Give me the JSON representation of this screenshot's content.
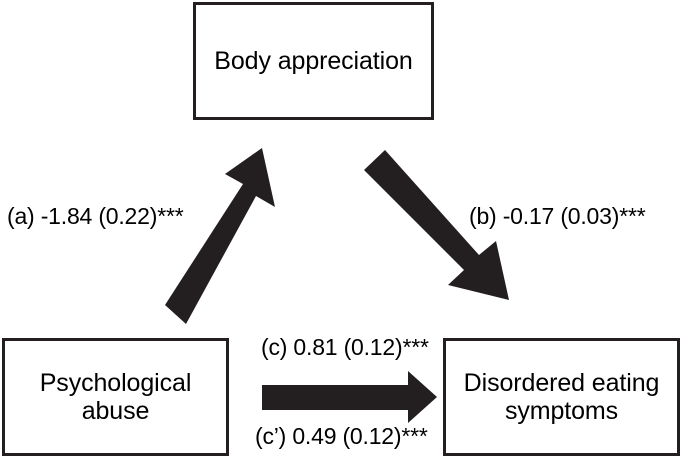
{
  "diagram": {
    "type": "mediation-path-diagram",
    "colors": {
      "stroke": "#231f20",
      "text": "#000000",
      "background": "#ffffff"
    },
    "nodes": [
      {
        "id": "body-appreciation",
        "label": "Body appreciation"
      },
      {
        "id": "psychological-abuse",
        "label": "Psychological\nabuse"
      },
      {
        "id": "disordered-eating",
        "label": "Disordered eating\nsymptoms"
      }
    ],
    "edges": [
      {
        "id": "a",
        "from": "psychological-abuse",
        "to": "body-appreciation",
        "label": "(a) -1.84 (0.22)***",
        "path_letter": "a",
        "coefficient": -1.84,
        "standard_error": 0.22,
        "significance": "***"
      },
      {
        "id": "b",
        "from": "body-appreciation",
        "to": "disordered-eating",
        "label": "(b) -0.17 (0.03)***",
        "path_letter": "b",
        "coefficient": -0.17,
        "standard_error": 0.03,
        "significance": "***"
      },
      {
        "id": "c",
        "from": "psychological-abuse",
        "to": "disordered-eating",
        "label": "(c) 0.81 (0.12)***",
        "path_letter": "c",
        "coefficient": 0.81,
        "standard_error": 0.12,
        "significance": "***"
      },
      {
        "id": "c-prime",
        "from": "psychological-abuse",
        "to": "disordered-eating",
        "label": "(c’) 0.49 (0.12)***",
        "path_letter": "c’",
        "coefficient": 0.49,
        "standard_error": 0.12,
        "significance": "***"
      }
    ]
  }
}
